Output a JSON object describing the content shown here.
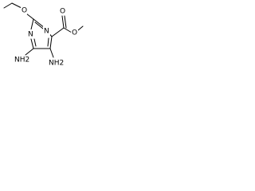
{
  "molecule": {
    "atoms": {
      "ether_o": "O",
      "ring_n1": "N",
      "ring_n3": "N",
      "carbonyl_o": "O",
      "ester_o": "O",
      "amino_6": "NH2",
      "amino_5": "NH2"
    }
  }
}
